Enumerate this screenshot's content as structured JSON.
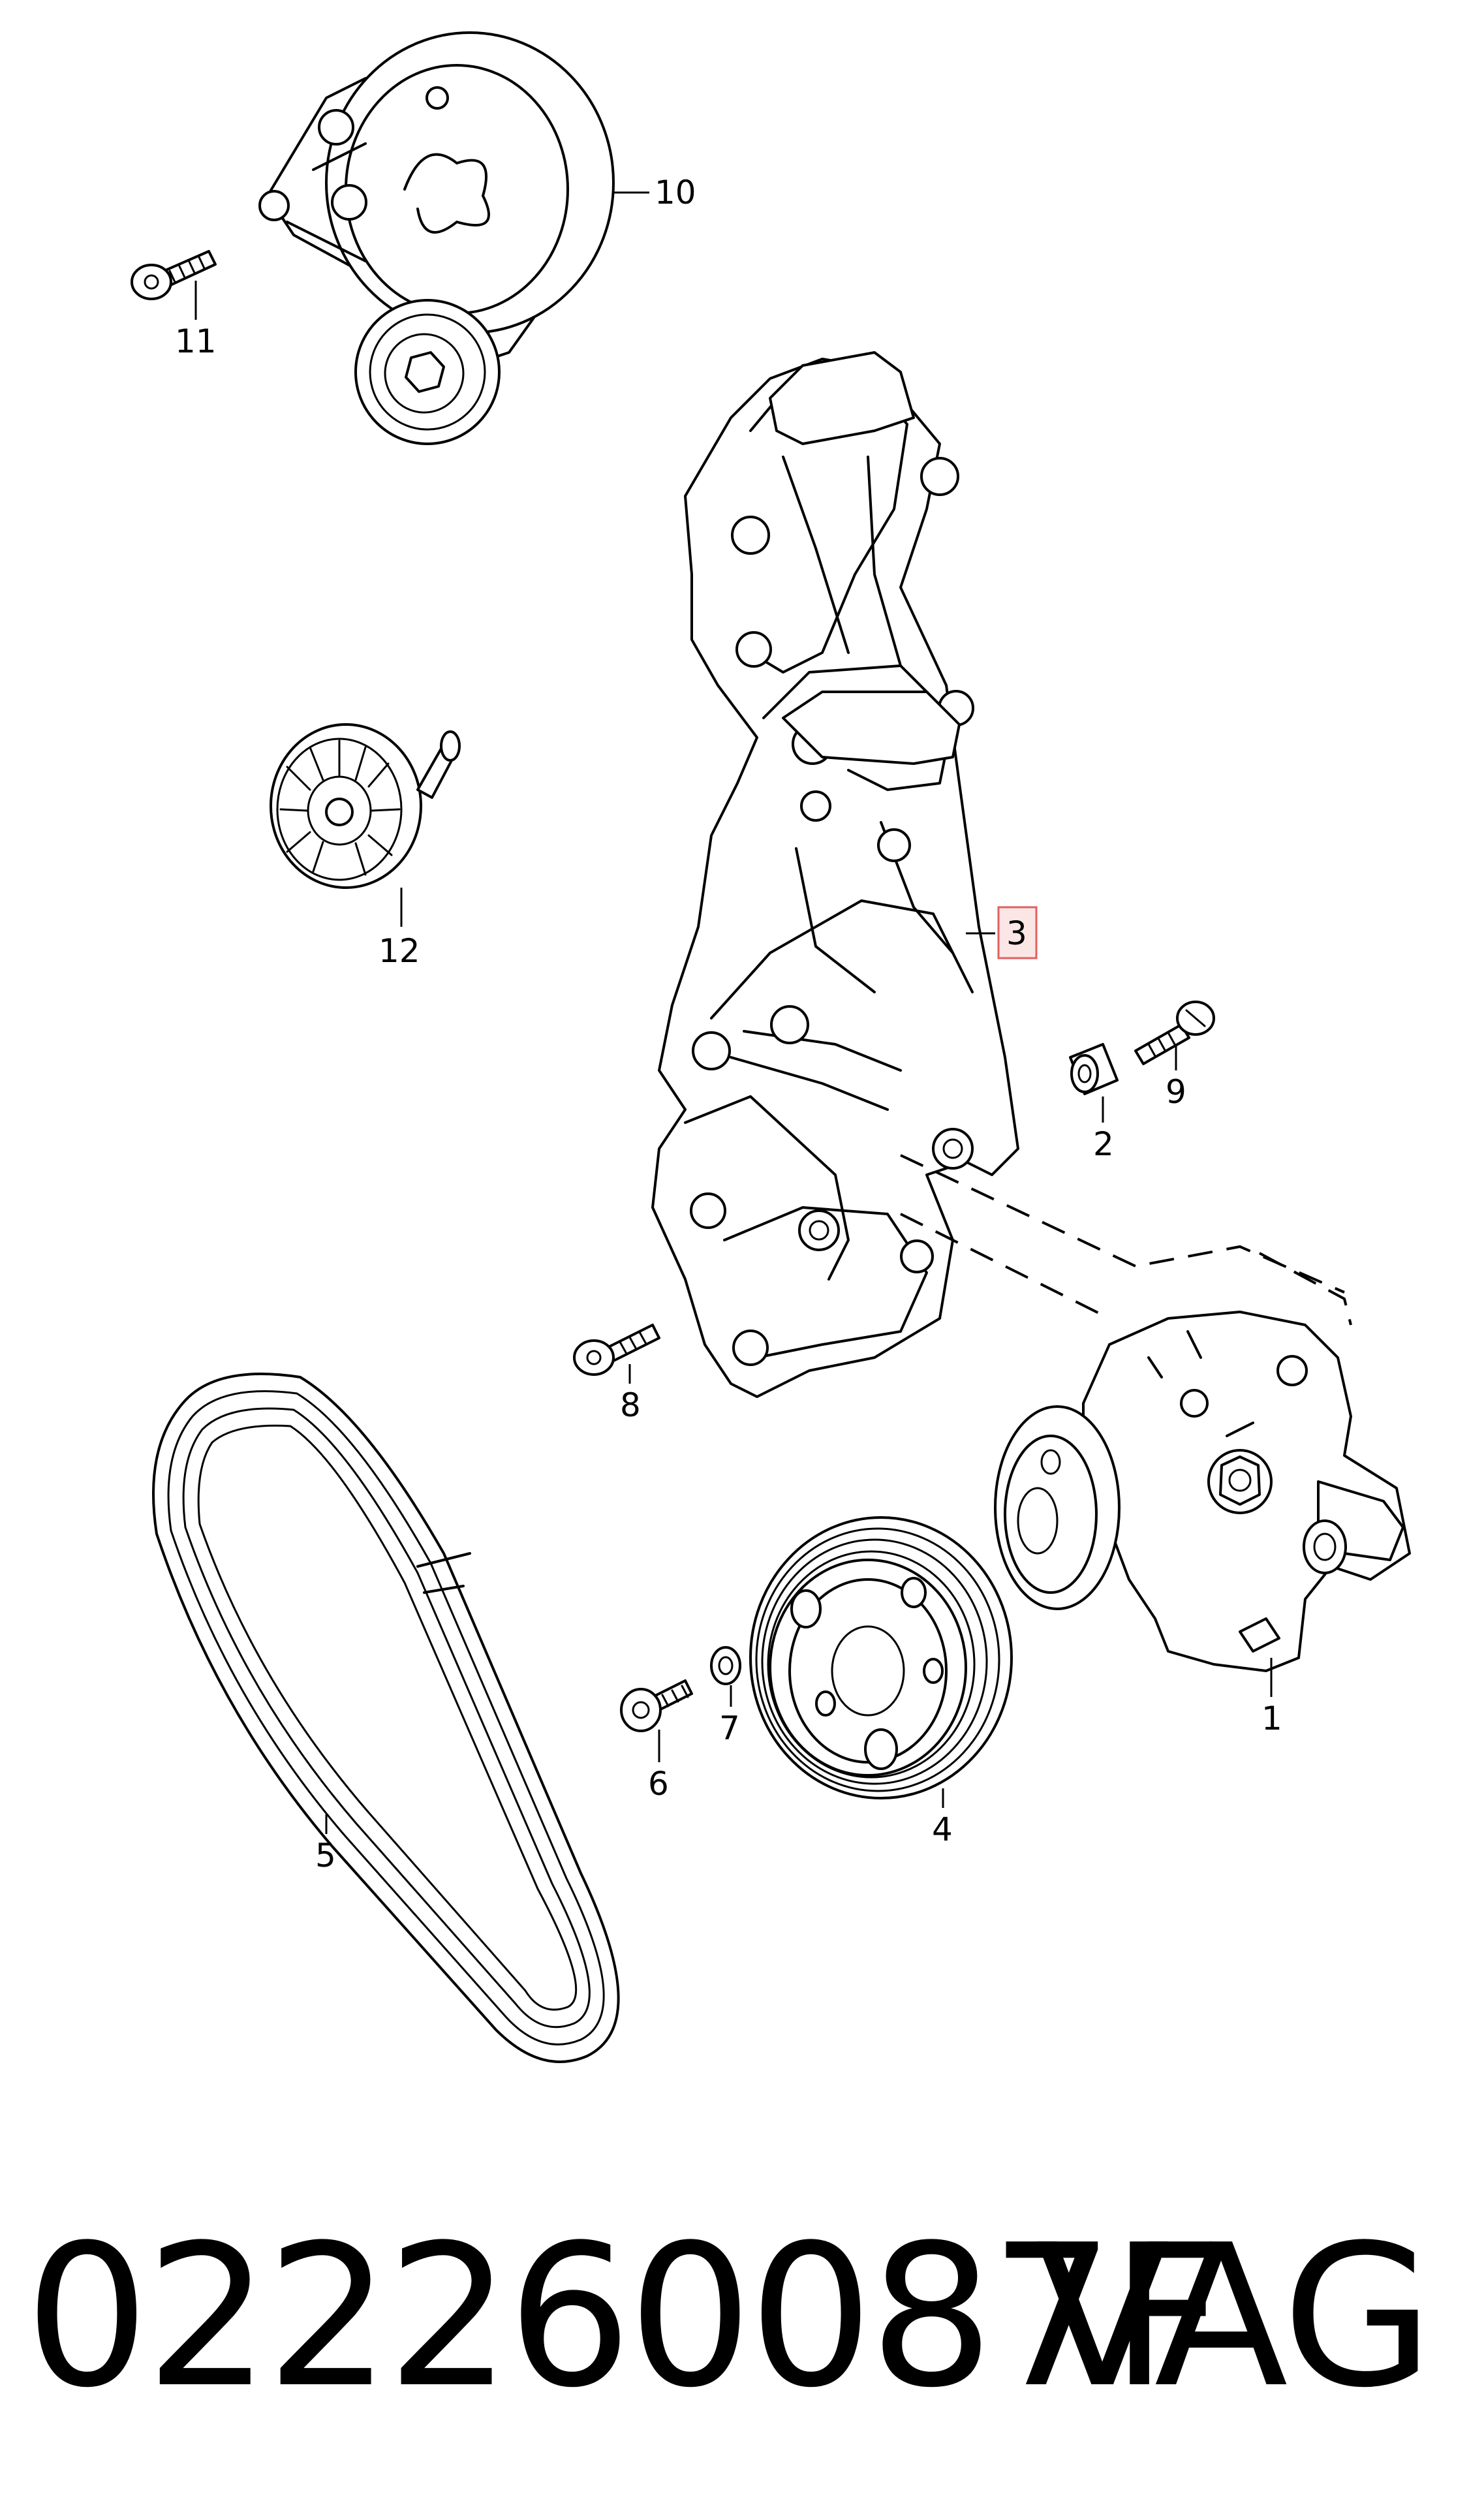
{
  "callouts": {
    "c1": "1",
    "c2": "2",
    "c3": "3",
    "c4": "4",
    "c5": "5",
    "c6": "6",
    "c7": "7",
    "c8": "8",
    "c9": "9",
    "c10": "10",
    "c11": "11",
    "c12": "12"
  },
  "highlighted_callout": "3",
  "footer": {
    "part_number": "022260087F",
    "brand": "VAG"
  }
}
